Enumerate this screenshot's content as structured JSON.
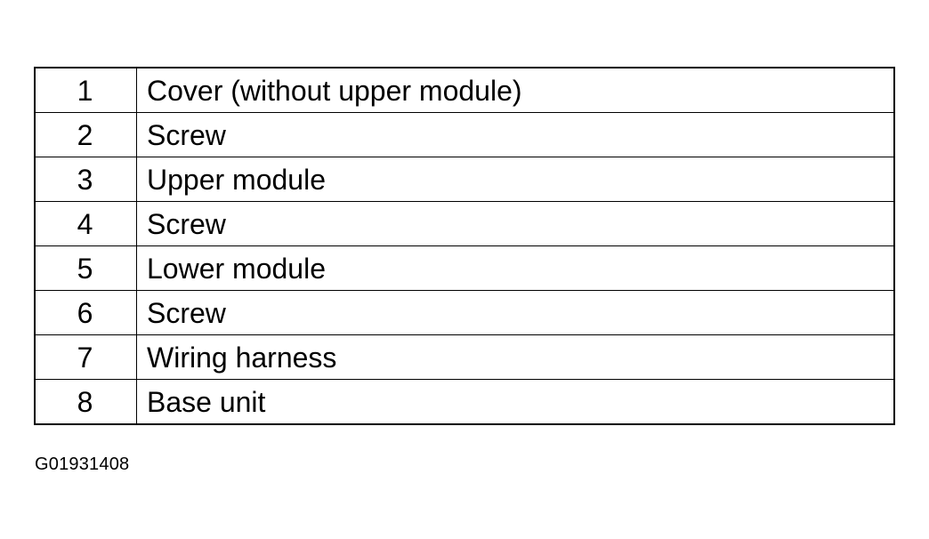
{
  "legend": {
    "rows": [
      {
        "number": "1",
        "description": "Cover (without upper module)"
      },
      {
        "number": "2",
        "description": "Screw"
      },
      {
        "number": "3",
        "description": "Upper module"
      },
      {
        "number": "4",
        "description": "Screw"
      },
      {
        "number": "5",
        "description": "Lower module"
      },
      {
        "number": "6",
        "description": "Screw"
      },
      {
        "number": "7",
        "description": "Wiring harness"
      },
      {
        "number": "8",
        "description": "Base unit"
      }
    ]
  },
  "figure_id": "G01931408"
}
